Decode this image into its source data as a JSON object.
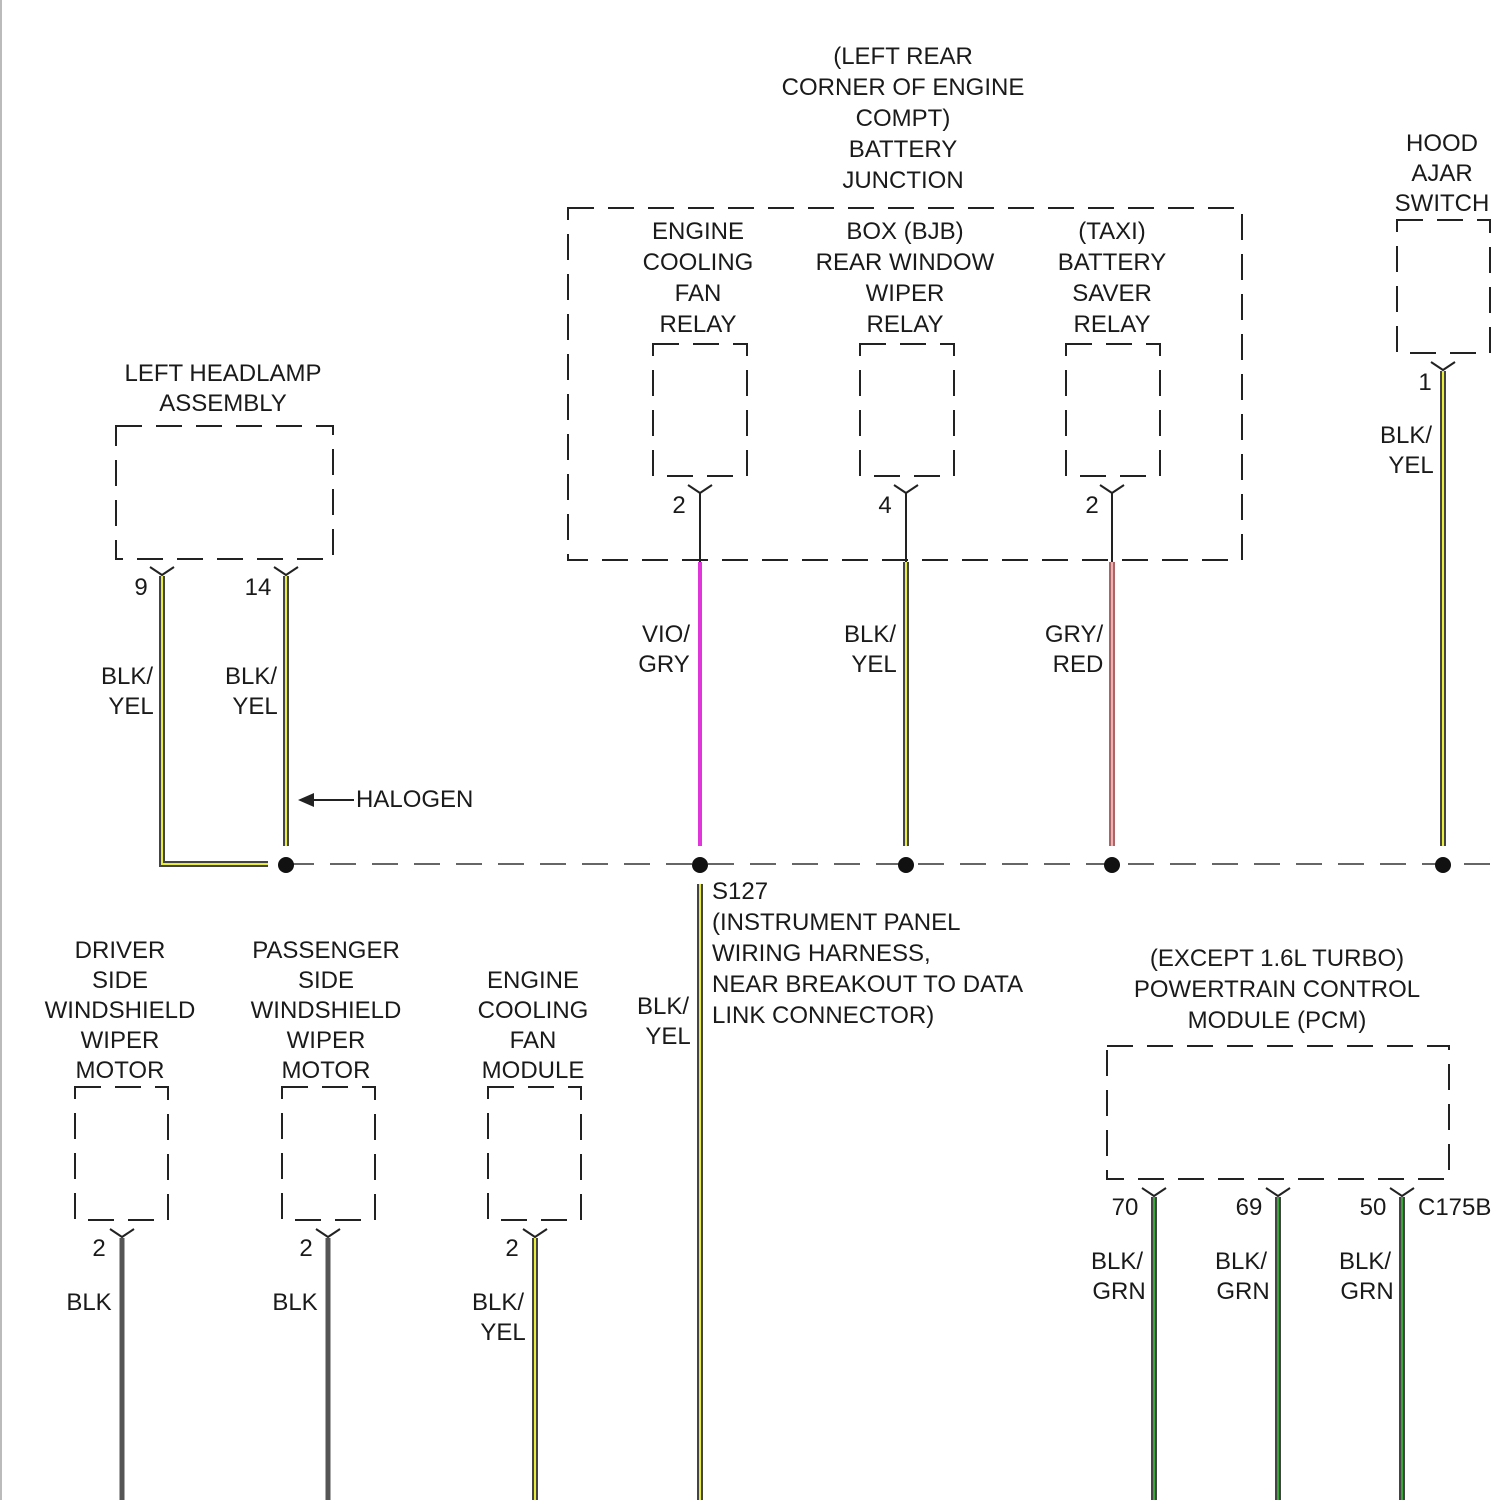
{
  "colors": {
    "yellow_tracer": "#e8ec3a",
    "green_tracer": "#3aa63a",
    "violet_core": "#e035d8",
    "red_core": "#e59090",
    "black_wire": "#555555",
    "wire_outline": "#444444"
  },
  "components": {
    "bjb": {
      "title_lines": [
        "(LEFT REAR",
        "CORNER OF ENGINE",
        "COMPT)",
        "BATTERY",
        "JUNCTION"
      ],
      "fan_relay_lines": [
        "ENGINE",
        "COOLING",
        "FAN",
        "RELAY"
      ],
      "wiper_relay_lines": [
        "BOX (BJB)",
        "REAR WINDOW",
        "WIPER",
        "RELAY"
      ],
      "saver_relay_lines": [
        "(TAXI)",
        "BATTERY",
        "SAVER",
        "RELAY"
      ],
      "fan_relay_pin": "2",
      "wiper_relay_pin": "4",
      "saver_relay_pin": "2"
    },
    "hood_switch": {
      "lines": [
        "HOOD",
        "AJAR",
        "SWITCH"
      ],
      "pin": "1"
    },
    "headlamp": {
      "lines": [
        "LEFT HEADLAMP",
        "ASSEMBLY"
      ],
      "pin_a": "9",
      "pin_b": "14"
    },
    "driver_wiper": {
      "lines": [
        "DRIVER",
        "SIDE",
        "WINDSHIELD",
        "WIPER",
        "MOTOR"
      ],
      "pin": "2"
    },
    "passenger_wiper": {
      "lines": [
        "PASSENGER",
        "SIDE",
        "WINDSHIELD",
        "WIPER",
        "MOTOR"
      ],
      "pin": "2"
    },
    "fan_module": {
      "lines": [
        "ENGINE",
        "COOLING",
        "FAN",
        "MODULE"
      ],
      "pin": "2"
    },
    "pcm": {
      "lines": [
        "(EXCEPT 1.6L TURBO)",
        "POWERTRAIN CONTROL",
        "MODULE (PCM)"
      ],
      "pin_a": "70",
      "pin_b": "69",
      "pin_c": "50",
      "connector": "C175B"
    }
  },
  "wires": {
    "hl9": [
      "BLK/",
      "YEL"
    ],
    "hl14": [
      "BLK/",
      "YEL"
    ],
    "fan_relay": [
      "VIO/",
      "GRY"
    ],
    "wiper_relay": [
      "BLK/",
      "YEL"
    ],
    "saver_relay": [
      "GRY/",
      "RED"
    ],
    "hood": [
      "BLK/",
      "YEL"
    ],
    "ground": [
      "BLK/",
      "YEL"
    ],
    "driver": [
      "BLK"
    ],
    "passenger": [
      "BLK"
    ],
    "fan_module": [
      "BLK/",
      "YEL"
    ],
    "pcm70": [
      "BLK/",
      "GRN"
    ],
    "pcm69": [
      "BLK/",
      "GRN"
    ],
    "pcm50": [
      "BLK/",
      "GRN"
    ]
  },
  "halogen_label": "HALOGEN",
  "splice": {
    "id": "S127",
    "location_lines": [
      "(INSTRUMENT PANEL",
      "WIRING HARNESS,",
      "NEAR BREAKOUT TO DATA",
      "LINK CONNECTOR)"
    ]
  }
}
